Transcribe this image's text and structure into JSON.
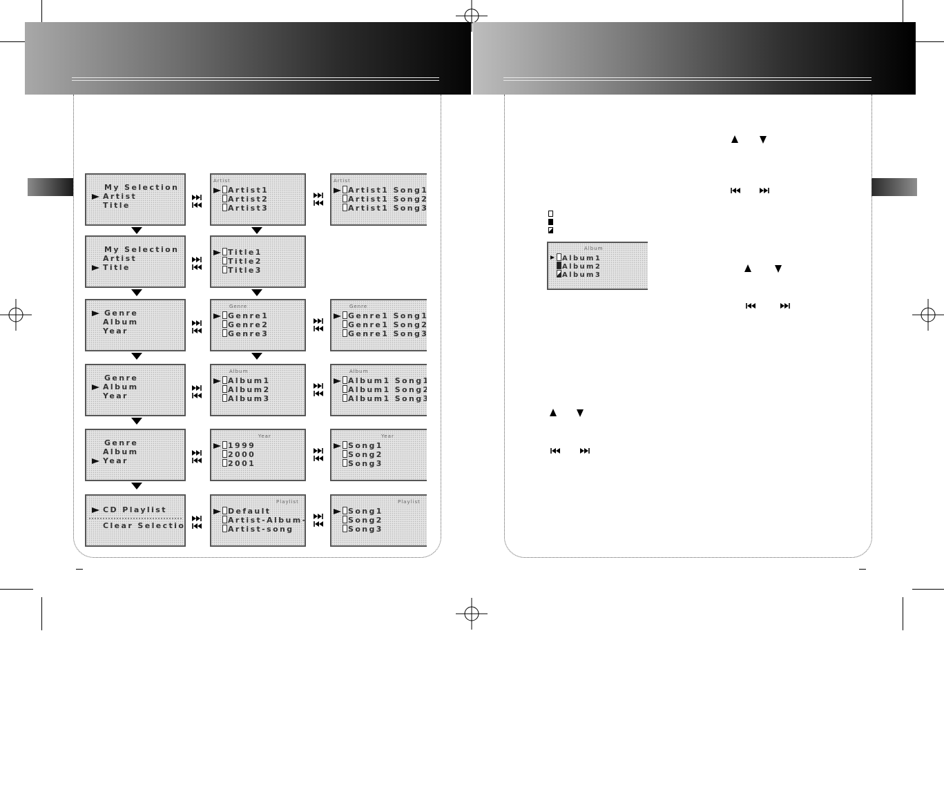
{
  "rows": [
    {
      "menu": {
        "lines": [
          "My Selection",
          "Artist",
          "Title"
        ],
        "selected": 1
      },
      "list": {
        "header": "Artist",
        "lines": [
          "Artist1",
          "Artist2",
          "Artist3"
        ]
      },
      "songs": {
        "header": "Artist",
        "lines": [
          "Artist1 Song1",
          "Artist1 Song2",
          "Artist1 Song3"
        ]
      }
    },
    {
      "menu": {
        "lines": [
          "My Selection",
          "Artist",
          "Title"
        ],
        "selected": 2
      },
      "list": {
        "header": "",
        "lines": [
          "Title1",
          "Title2",
          "Title3"
        ]
      }
    },
    {
      "menu": {
        "lines": [
          "Genre",
          "Album",
          "Year"
        ],
        "selected": 0
      },
      "list": {
        "header": "Genre",
        "lines": [
          "Genre1",
          "Genre2",
          "Genre3"
        ]
      },
      "songs": {
        "header": "Genre",
        "lines": [
          "Genre1 Song1",
          "Genre1 Song2",
          "Genre1 Song3"
        ]
      }
    },
    {
      "menu": {
        "lines": [
          "Genre",
          "Album",
          "Year"
        ],
        "selected": 1
      },
      "list": {
        "header": "Album",
        "lines": [
          "Album1",
          "Album2",
          "Album3"
        ]
      },
      "songs": {
        "header": "Album",
        "lines": [
          "Album1 Song1",
          "Album1 Song2",
          "Album1 Song3"
        ]
      }
    },
    {
      "menu": {
        "lines": [
          "Genre",
          "Album",
          "Year"
        ],
        "selected": 2
      },
      "list": {
        "header": "Year",
        "lines": [
          "1999",
          "2000",
          "2001"
        ]
      },
      "songs": {
        "header": "Year",
        "lines": [
          "Song1",
          "Song2",
          "Song3"
        ]
      }
    },
    {
      "menu": {
        "lines": [
          "CD Playlist",
          "Clear Selection"
        ],
        "selected": 0
      },
      "list": {
        "header": "Playlist",
        "lines": [
          "Default",
          "Artist-Album-T",
          "Artist-song"
        ]
      },
      "songs": {
        "header": "Playlist",
        "lines": [
          "Song1",
          "Song2",
          "Song3"
        ]
      }
    }
  ],
  "album_example": {
    "header": "Album",
    "lines": [
      "Album1",
      "Album2",
      "Album3"
    ],
    "checkbox_states": [
      "empty",
      "full",
      "partial"
    ]
  },
  "legend_checkboxes": [
    "empty",
    "full",
    "partial"
  ],
  "icons": {
    "next": "skip-forward-icon",
    "prev": "skip-back-icon",
    "up": "up-arrow-icon",
    "down": "down-arrow-icon",
    "checkbox": "checkbox-icon",
    "selector": "selection-pointer-icon"
  }
}
